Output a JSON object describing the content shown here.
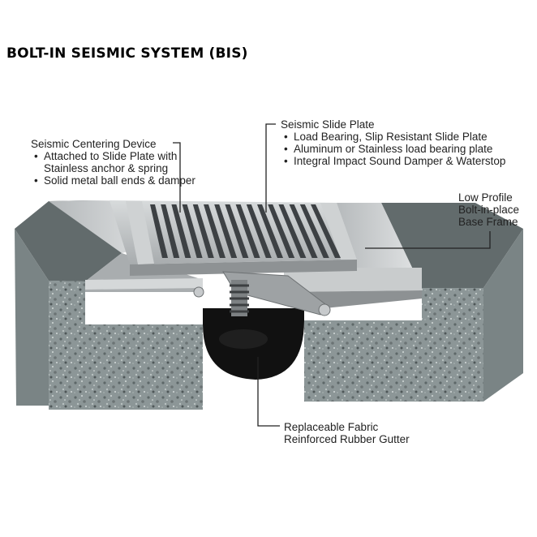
{
  "title": "BOLT-IN SEISMIC SYSTEM (BIS)",
  "callouts": {
    "centering": {
      "heading": "Seismic Centering Device",
      "bullets": [
        "Attached to Slide Plate with",
        "Stainless anchor & spring",
        "Solid metal ball ends & damper"
      ]
    },
    "slide_plate": {
      "heading": "Seismic Slide Plate",
      "bullets": [
        "Load Bearing, Slip Resistant Slide Plate",
        "Aluminum or Stainless load bearing plate",
        "Integral Impact Sound Damper & Waterstop"
      ]
    },
    "base_frame": {
      "lines": [
        "Low Profile",
        "Bolt-in-place",
        "Base Frame"
      ]
    },
    "gutter": {
      "lines": [
        "Replaceable Fabric",
        "Reinforced Rubber Gutter"
      ]
    }
  },
  "colors": {
    "concrete": "#8a9596",
    "concrete_top": "#616a6b",
    "aluminum": "#c3c6c7",
    "stripe": "#3d4144",
    "gutter": "#111111"
  }
}
